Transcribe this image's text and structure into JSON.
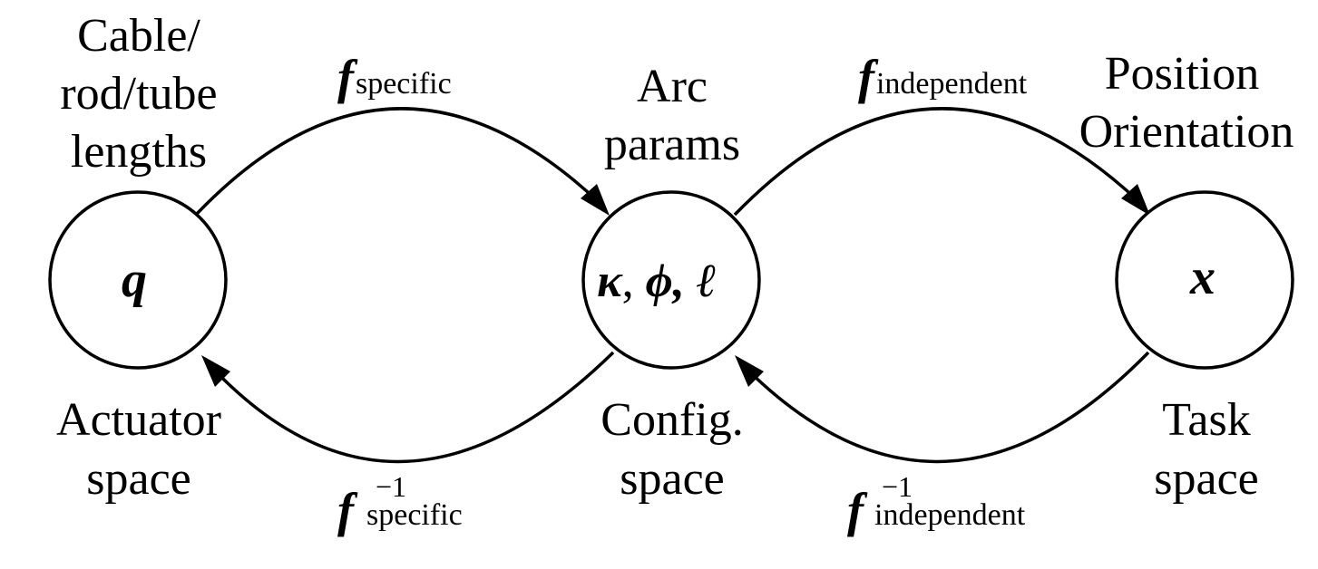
{
  "nodes": {
    "actuator": {
      "symbol": "q",
      "top_lines": [
        "Cable/",
        "rod/tube",
        "lengths"
      ],
      "bottom_lines": [
        "Actuator",
        "space"
      ]
    },
    "config": {
      "symbol_parts": [
        "κ",
        ", ",
        "ϕ",
        ", ",
        "ℓ"
      ],
      "top_lines": [
        "Arc",
        "params"
      ],
      "bottom_lines": [
        "Config.",
        "space"
      ]
    },
    "task": {
      "symbol": "x",
      "top_lines": [
        "Position",
        "Orientation"
      ],
      "bottom_lines": [
        "Task",
        "space"
      ]
    }
  },
  "mappings": {
    "specific": {
      "f": "f",
      "sub": "specific"
    },
    "independent": {
      "f": "f",
      "sub": "independent"
    },
    "specific_inverse": {
      "f": "f",
      "sub": "specific",
      "sup": "−1"
    },
    "independent_inverse": {
      "f": "f",
      "sub": "independent",
      "sup": "−1"
    }
  }
}
